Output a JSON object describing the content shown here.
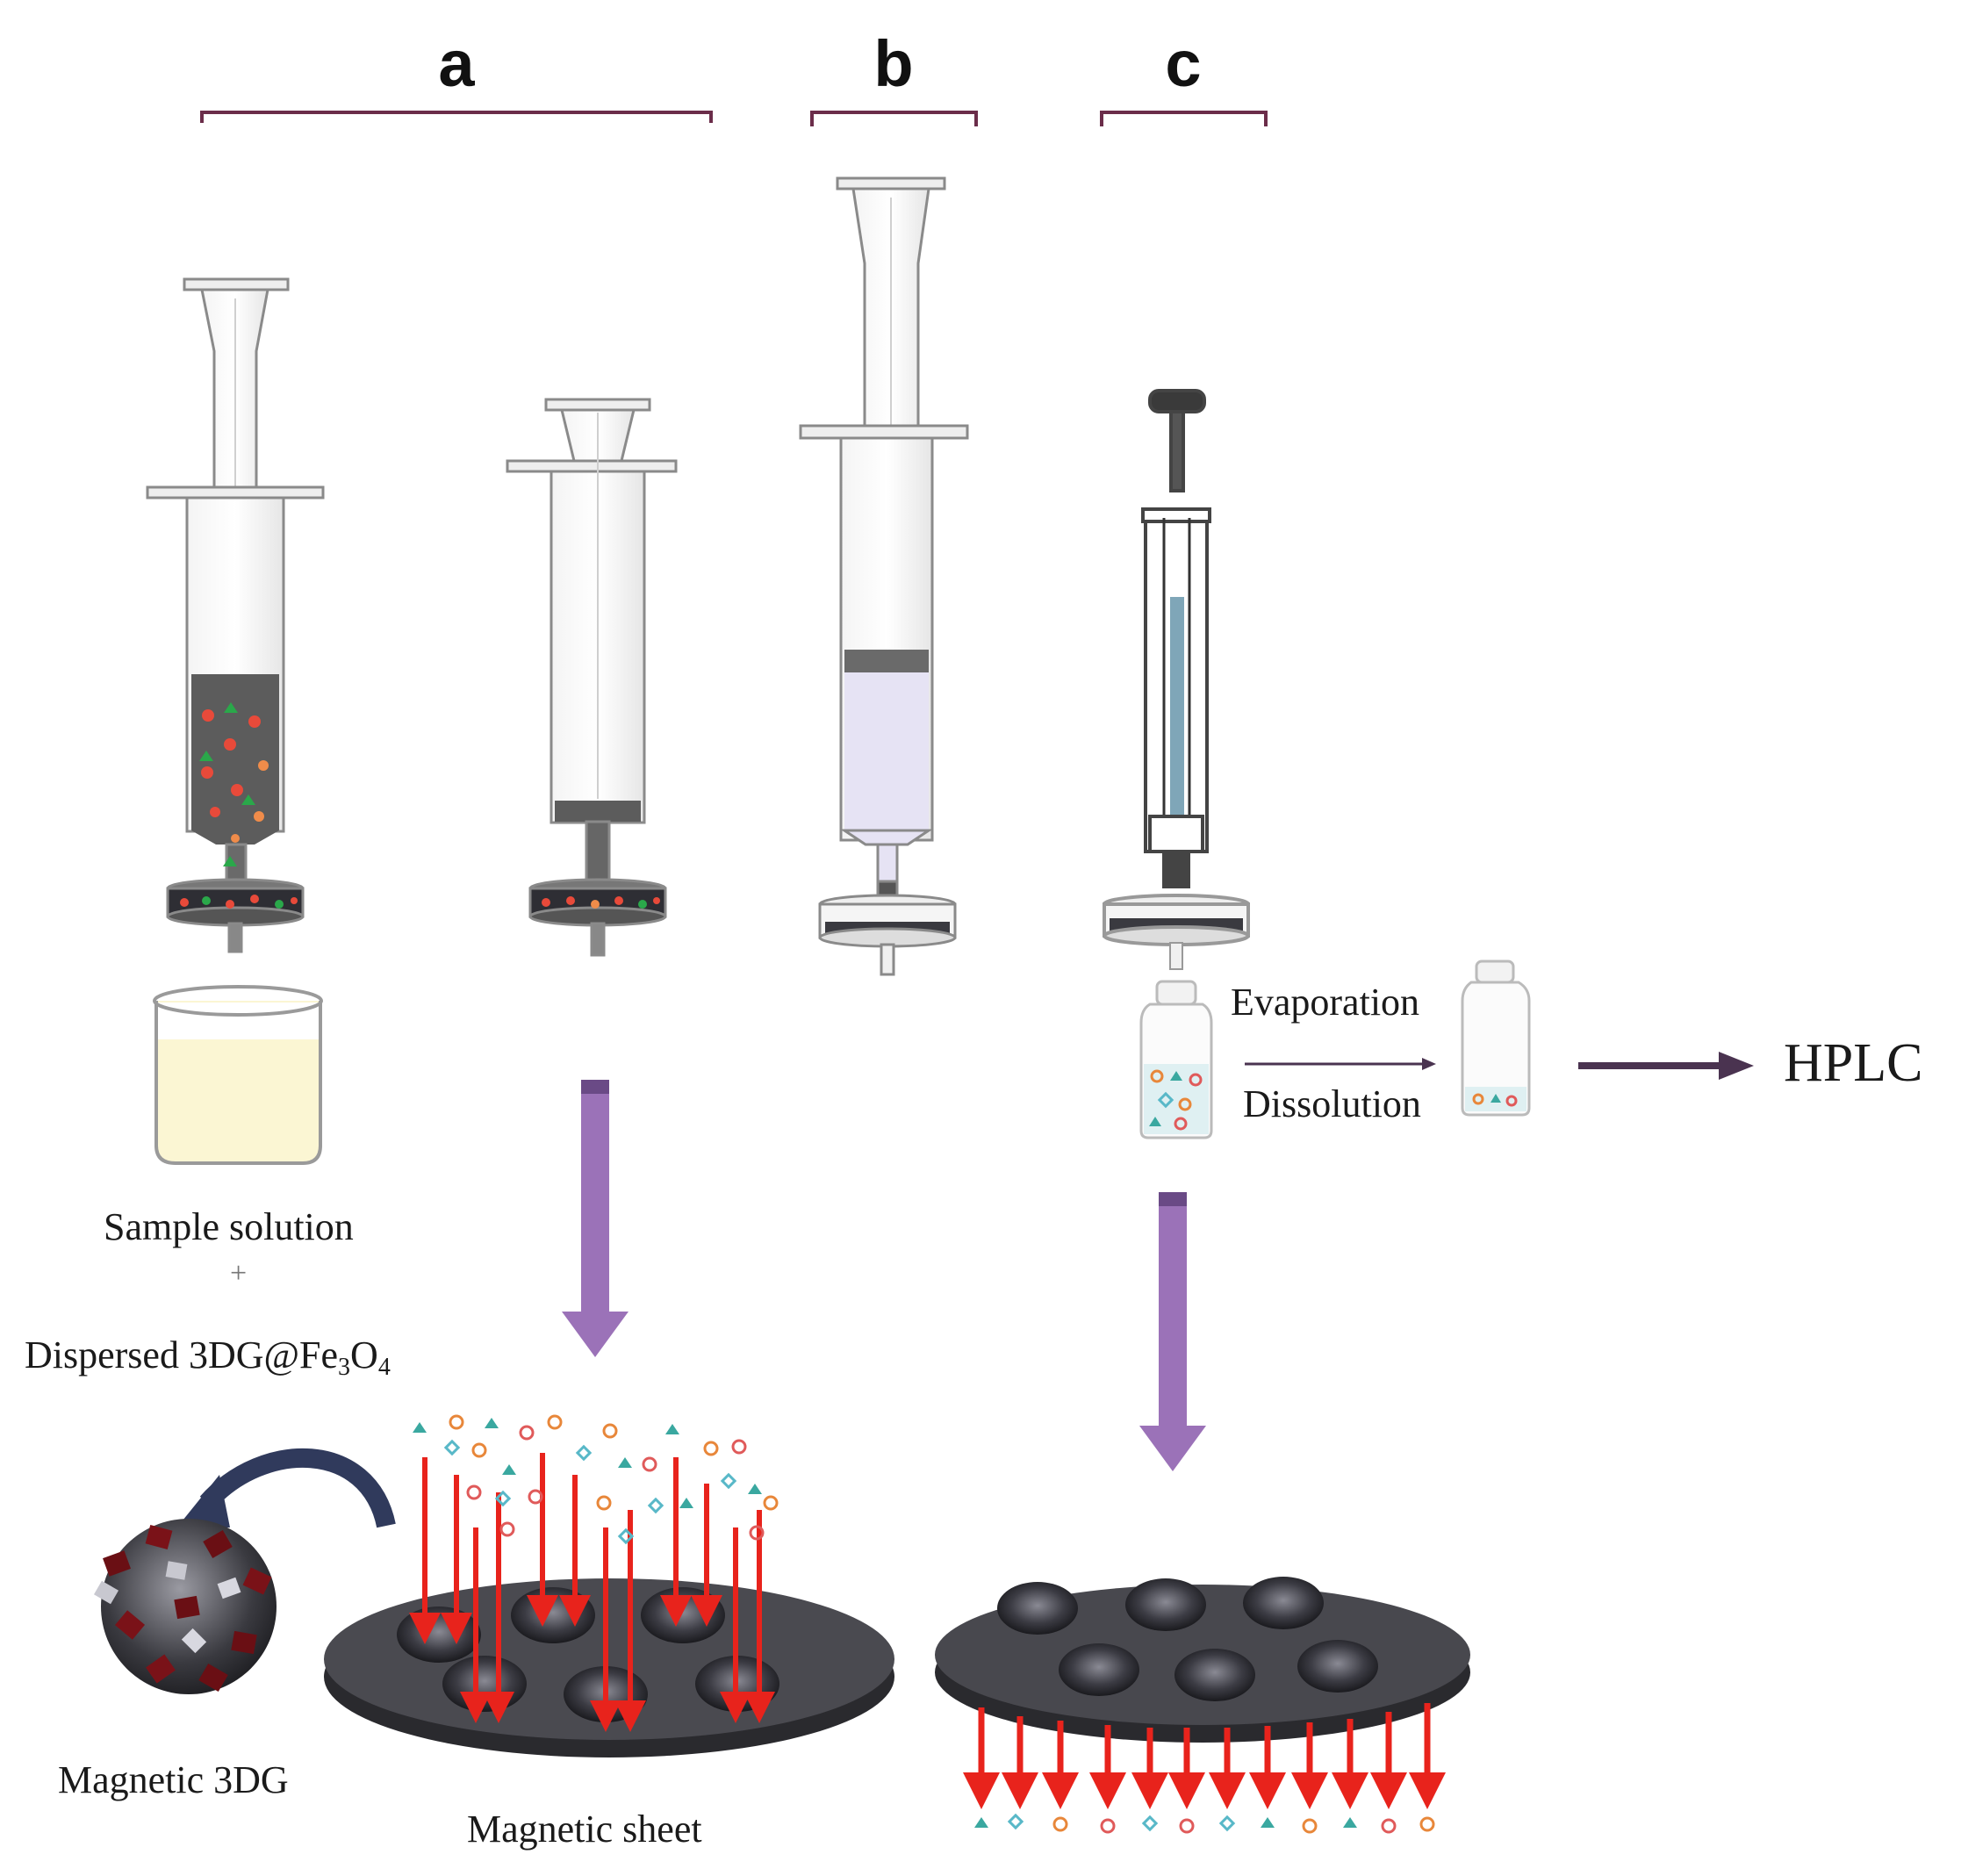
{
  "panels": {
    "a": "a",
    "b": "b",
    "c": "c"
  },
  "labels": {
    "sample_solution": "Sample solution",
    "plus": "+",
    "dispersed_prefix": "Dispersed 3DG@Fe",
    "dispersed_sub3": "3",
    "dispersed_o": "O",
    "dispersed_sub4": "4",
    "evaporation": "Evaporation",
    "dissolution": "Dissolution",
    "hplc": "HPLC",
    "magnetic_3dg": "Magnetic 3DG",
    "magnetic_sheet": "Magnetic sheet"
  },
  "colors": {
    "bracket": "#6b2d4a",
    "process_arrow": "#9b72b8",
    "flow_arrow": "#4a3350",
    "magnet_arrow": "#e8231c",
    "sample_liquid": "#fbf6d3",
    "elution_liquid": "#e6e3f4",
    "dark_slurry": "#5c5c5c"
  }
}
